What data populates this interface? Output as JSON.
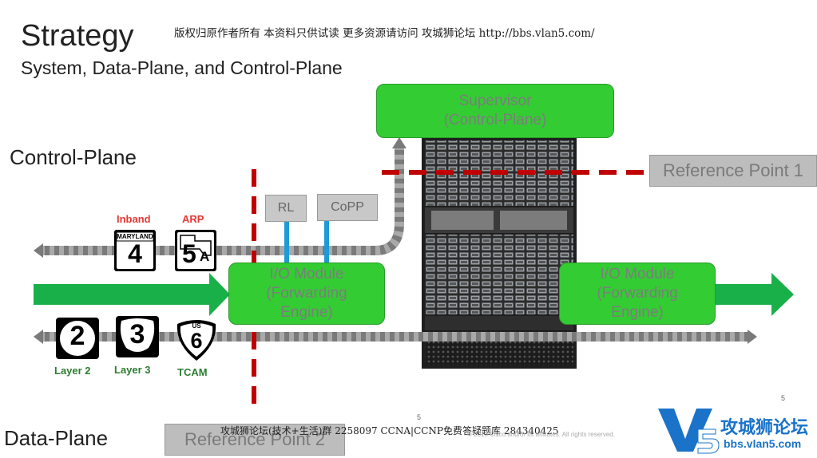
{
  "header": {
    "title": "Strategy",
    "subtitle": "System, Data-Plane, and Control-Plane",
    "watermark": "版权归原作者所有 本资料只供试读 更多资源请访问 攻城狮论坛 http://bbs.vlan5.com/"
  },
  "planes": {
    "control": "Control-Plane",
    "data": "Data-Plane"
  },
  "supervisor": {
    "line1": "Supervisor",
    "line2": "(Control-Plane)"
  },
  "io_module_left": {
    "line1": "I/O Module",
    "line2": "(Forwarding",
    "line3": "Engine)"
  },
  "io_module_right": {
    "line1": "I/O Module",
    "line2": "(Forwarding",
    "line3": "Engine)"
  },
  "reference_point_1": "Reference Point 1",
  "reference_point_2": "Reference Point 2",
  "rl_label": "RL",
  "copp_label": "CoPP",
  "signs": {
    "inband": {
      "label": "Inband",
      "state": "MARYLAND",
      "number": "4"
    },
    "arp": {
      "label": "ARP",
      "number": "5",
      "suffix": "A"
    },
    "layer2": {
      "label": "Layer 2",
      "number": "2"
    },
    "layer3": {
      "label": "Layer 3",
      "number": "3"
    },
    "tcam": {
      "label": "TCAM",
      "prefix": "US",
      "number": "6"
    }
  },
  "footer": {
    "text": "攻城狮论坛(技术+生活)群 2258097 CCNA|CCNP免费答疑题库 284340425",
    "page_center": "5",
    "page_right": "5",
    "copyright": "© 2013 Cisco and/or its affiliates. All rights reserved.",
    "logo_name": "攻城狮论坛",
    "logo_url": "bbs.vlan5.com"
  },
  "colors": {
    "green": "#33cc33",
    "arrow_green": "#19b04a",
    "red_dash": "#c00000",
    "blue_line": "#1e9ad6",
    "gray_track": "#8a8a8a"
  }
}
